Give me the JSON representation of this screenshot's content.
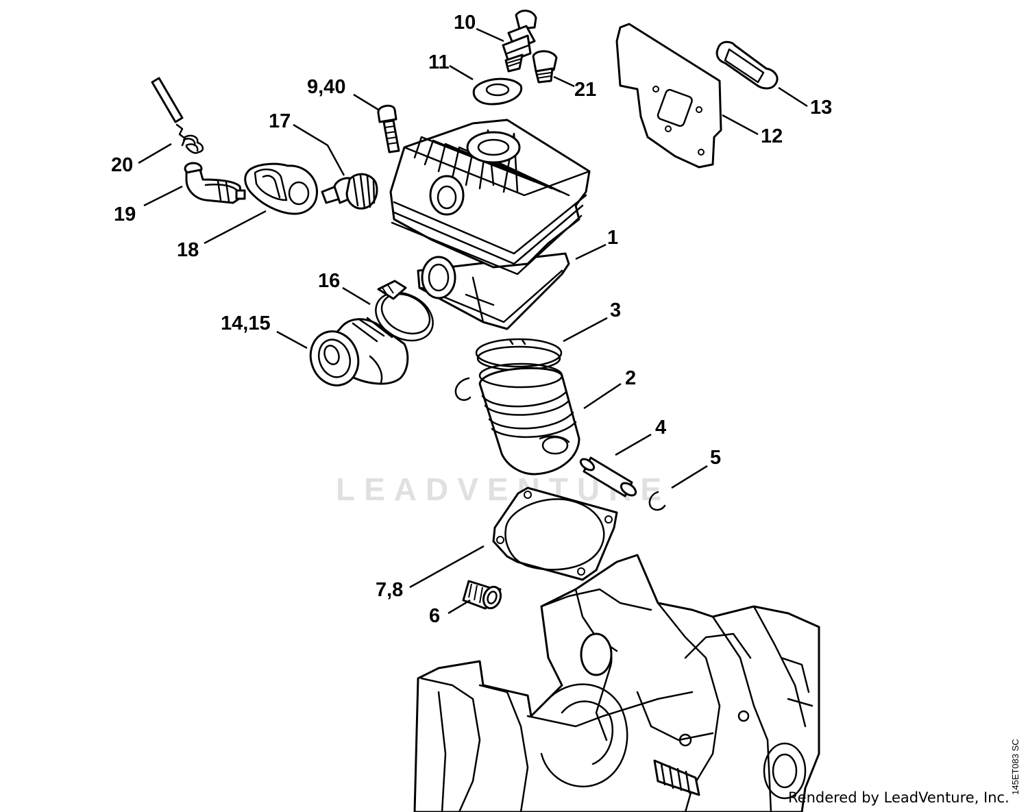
{
  "diagram": {
    "callouts": [
      "1",
      "2",
      "3",
      "4",
      "5",
      "6",
      "7,8",
      "9,40",
      "10",
      "11",
      "12",
      "13",
      "14,15",
      "16",
      "17",
      "18",
      "19",
      "20",
      "21"
    ],
    "watermark": "LEADVENTURE",
    "credit": "Rendered by LeadVenture, Inc.",
    "drawing_code": "145ET083 SC"
  },
  "colors": {
    "ink": "#000000",
    "paper": "#ffffff",
    "watermark": "#e0e0e0"
  }
}
